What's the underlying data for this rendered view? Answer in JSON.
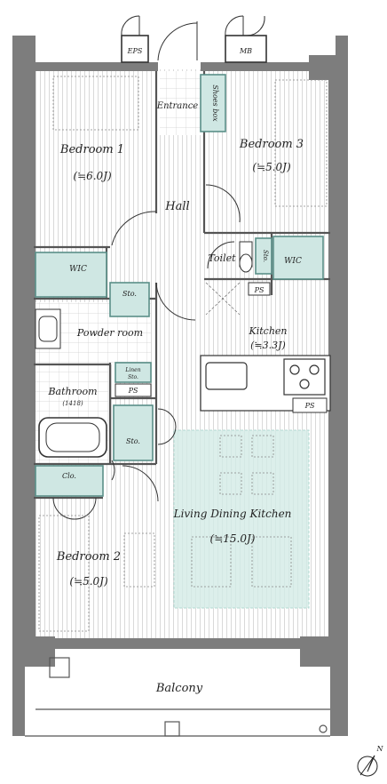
{
  "rooms": {
    "eps": "EPS",
    "mb": "MB",
    "entrance": "Entrance",
    "shoes_box": "Shoes box",
    "bedroom1": "Bedroom 1",
    "bedroom1_size": "(≒6.0J)",
    "bedroom3": "Bedroom 3",
    "bedroom3_size": "(≒5.0J)",
    "hall": "Hall",
    "wic_left": "WIC",
    "toilet": "Toilet",
    "sto_toilet": "Sto.",
    "wic_right": "WIC",
    "ps_toilet": "PS",
    "sto_upper": "Sto.",
    "powder_room": "Powder room",
    "kitchen": "Kitchen",
    "kitchen_size": "(≒3.3J)",
    "linen_sto_1": "Linen",
    "linen_sto_2": "Sto.",
    "bathroom": "Bathroom",
    "bathroom_size": "(1418)",
    "ps_bath": "PS",
    "ps_kitchen": "PS",
    "sto_lower": "Sto.",
    "clo": "Clo.",
    "ldk": "Living Dining Kitchen",
    "ldk_size": "(≒15.0J)",
    "bedroom2": "Bedroom 2",
    "bedroom2_size": "(≒5.0J)",
    "balcony": "Balcony"
  },
  "compass": {
    "label": "N"
  },
  "colors": {
    "wall": "#7d7d7d",
    "storage": "#cfe7e3",
    "storage_stroke": "#5a8f88",
    "ldk_highlight": "#d4ece7",
    "floor_line": "#c9c9c9"
  }
}
